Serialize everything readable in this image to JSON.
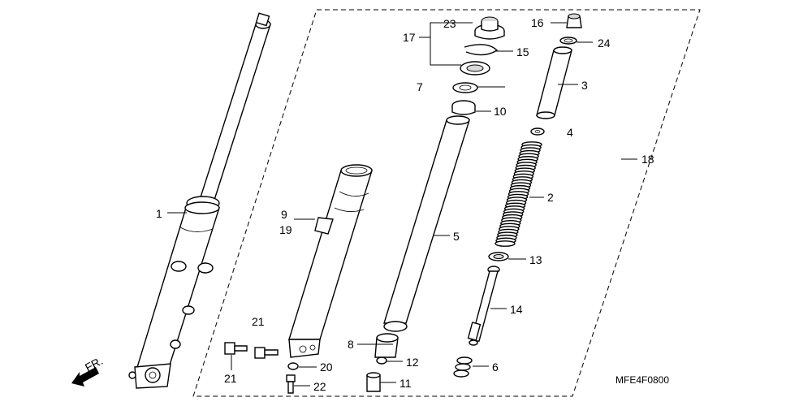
{
  "diagram": {
    "code": "MFE4F0800",
    "direction_label": "FR.",
    "labels": {
      "p1": "1",
      "p2": "2",
      "p3": "3",
      "p4": "4",
      "p5": "5",
      "p6": "6",
      "p7": "7",
      "p8": "8",
      "p9": "9",
      "p10": "10",
      "p11": "11",
      "p12": "12",
      "p13": "13",
      "p14": "14",
      "p15": "15",
      "p16": "16",
      "p17": "17",
      "p18": "18",
      "p19": "19",
      "p20": "20",
      "p21a": "21",
      "p21b": "21",
      "p22": "22",
      "p23": "23",
      "p24": "24"
    }
  }
}
